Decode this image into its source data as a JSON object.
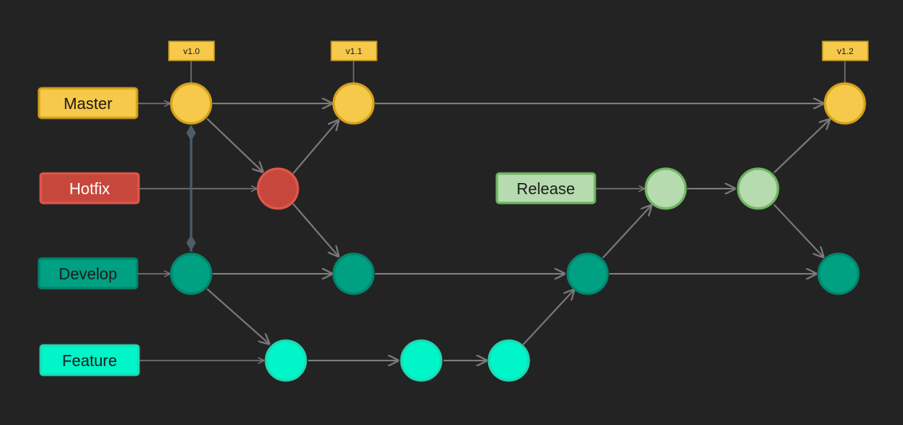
{
  "branches": {
    "master": {
      "label": "Master",
      "color": "#f6c94a",
      "stroke": "#d4a21a",
      "text_color": "#1a1a1a"
    },
    "hotfix": {
      "label": "Hotfix",
      "color": "#c8473c",
      "stroke": "#e0564b",
      "text_color": "#ffffff"
    },
    "develop": {
      "label": "Develop",
      "color": "#00a083",
      "stroke": "#00876e",
      "text_color": "#1a1a1a"
    },
    "feature": {
      "label": "Feature",
      "color": "#00f5c8",
      "stroke": "#1fd8b3",
      "text_color": "#1a1a1a"
    },
    "release": {
      "label": "Release",
      "color": "#b6dbae",
      "stroke": "#6fb563",
      "text_color": "#1a1a1a"
    }
  },
  "tags": {
    "v1_0": "v1.0",
    "v1_1": "v1.1",
    "v1_2": "v1.2"
  },
  "colors": {
    "background": "#232323",
    "edge": "#7a7a7a",
    "sync_connector": "#4d5c68",
    "tag_fill": "#f6c94a",
    "tag_stroke": "#c79a1f"
  }
}
